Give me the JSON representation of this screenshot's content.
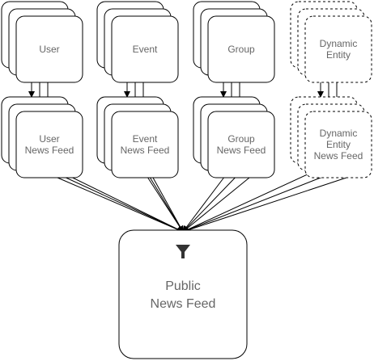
{
  "diagram": {
    "entities": [
      {
        "id": "user",
        "source_lines": [
          "User"
        ],
        "feed_lines": [
          "User",
          "News Feed"
        ],
        "dashed": false
      },
      {
        "id": "event",
        "source_lines": [
          "Event"
        ],
        "feed_lines": [
          "Event",
          "News Feed"
        ],
        "dashed": false
      },
      {
        "id": "group",
        "source_lines": [
          "Group"
        ],
        "feed_lines": [
          "Group",
          "News Feed"
        ],
        "dashed": false
      },
      {
        "id": "dynamic-entity",
        "source_lines": [
          "Dynamic",
          "Entity"
        ],
        "feed_lines": [
          "Dynamic",
          "Entity",
          "News Feed"
        ],
        "dashed": true
      }
    ],
    "public_feed": {
      "lines": [
        "Public",
        "News Feed"
      ],
      "icon": "filter-icon"
    },
    "colors": {
      "stroke": "#000000",
      "text": "#666666",
      "fill": "#ffffff"
    }
  }
}
